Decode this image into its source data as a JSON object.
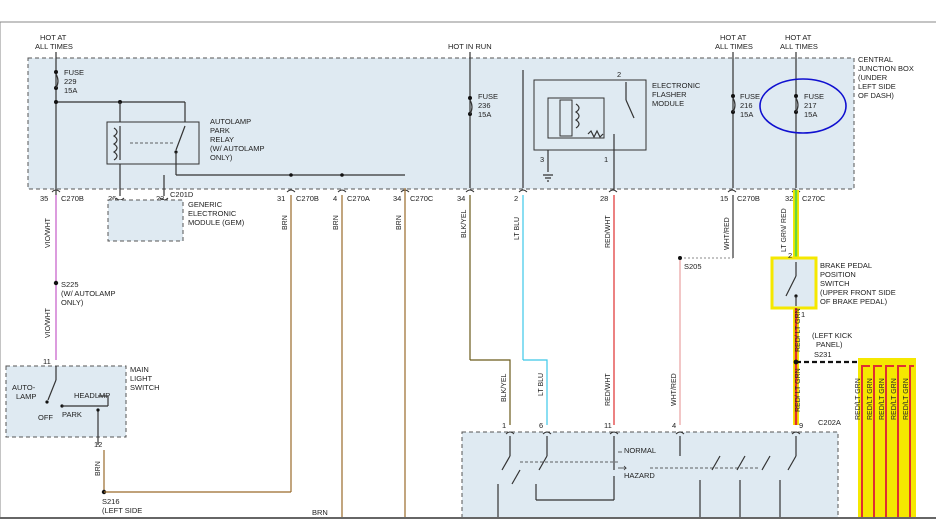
{
  "top_labels": {
    "hot_at_all_times": [
      "HOT AT",
      "ALL TIMES"
    ],
    "hot_in_run": "HOT IN RUN"
  },
  "fuses": {
    "f229": [
      "FUSE",
      "229",
      "15A"
    ],
    "f236": [
      "FUSE",
      "236",
      "15A"
    ],
    "f216": [
      "FUSE",
      "216",
      "15A"
    ],
    "f217": [
      "FUSE",
      "217",
      "15A"
    ]
  },
  "central_junction_box": [
    "CENTRAL",
    "JUNCTION BOX",
    "(UNDER",
    "LEFT SIDE",
    "OF DASH)"
  ],
  "autolamp_relay": [
    "AUTOLAMP",
    "PARK",
    "RELAY",
    "(W/ AUTOLAMP",
    "ONLY)"
  ],
  "flasher_module": [
    "ELECTRONIC",
    "FLASHER",
    "MODULE"
  ],
  "gem": [
    "GENERIC",
    "ELECTRONIC",
    "MODULE (GEM)"
  ],
  "connectors": {
    "c270b": "C270B",
    "c270a": "C270A",
    "c270c": "C270C",
    "c201d": "C201D",
    "c202a": "C202A"
  },
  "pins": {
    "p35": "35",
    "p26": "26",
    "p23": "23",
    "p31": "31",
    "p4": "4",
    "p34a": "34",
    "p34b": "34",
    "p2": "2",
    "p28": "28",
    "p15": "15",
    "p32": "32",
    "p3": "3",
    "p1": "1",
    "p2b": "2",
    "p11": "11",
    "p12": "12",
    "p1b": "1",
    "p6": "6",
    "p11b": "11",
    "p4b": "4",
    "p9": "9",
    "p2c": "2",
    "p1c": "1"
  },
  "wires": {
    "vio_wht": "VIO/WHT",
    "brn": "BRN",
    "blk_yel": "BLK/YEL",
    "lt_blu": "LT BLU",
    "red_wht": "RED/WHT",
    "wht_red": "WHT/RED",
    "lt_grn_red": "LT GRN/ RED",
    "red_lt_grn": "RED/ LT GRN",
    "red_lt_grn_short": "RED/LT GRN"
  },
  "splices": {
    "s225": [
      "S225",
      "(W/ AUTOLAMP",
      "ONLY)"
    ],
    "s205": "S205",
    "s231": "S231",
    "s216": [
      "S216",
      "(LEFT SIDE"
    ],
    "left_kick": [
      "(LEFT KICK",
      "PANEL)"
    ]
  },
  "brake_switch": [
    "BRAKE PEDAL",
    "POSITION",
    "SWITCH",
    "(UPPER FRONT SIDE",
    "OF BRAKE PEDAL)"
  ],
  "main_light_switch": [
    "MAIN",
    "LIGHT",
    "SWITCH"
  ],
  "switch_positions": [
    "AUTO-",
    "LAMP",
    "OFF",
    "PARK",
    "HEADLMP"
  ],
  "hazard_labels": [
    "NORMAL",
    "HAZARD"
  ],
  "colors": {
    "vio_wht": "#c45ac8",
    "brn": "#9a6a2a",
    "lt_blu": "#3cc8e8",
    "red": "#e03030",
    "grn": "#6ad63a",
    "yellow": "#f5e800",
    "annot_blue": "#1010d0"
  }
}
